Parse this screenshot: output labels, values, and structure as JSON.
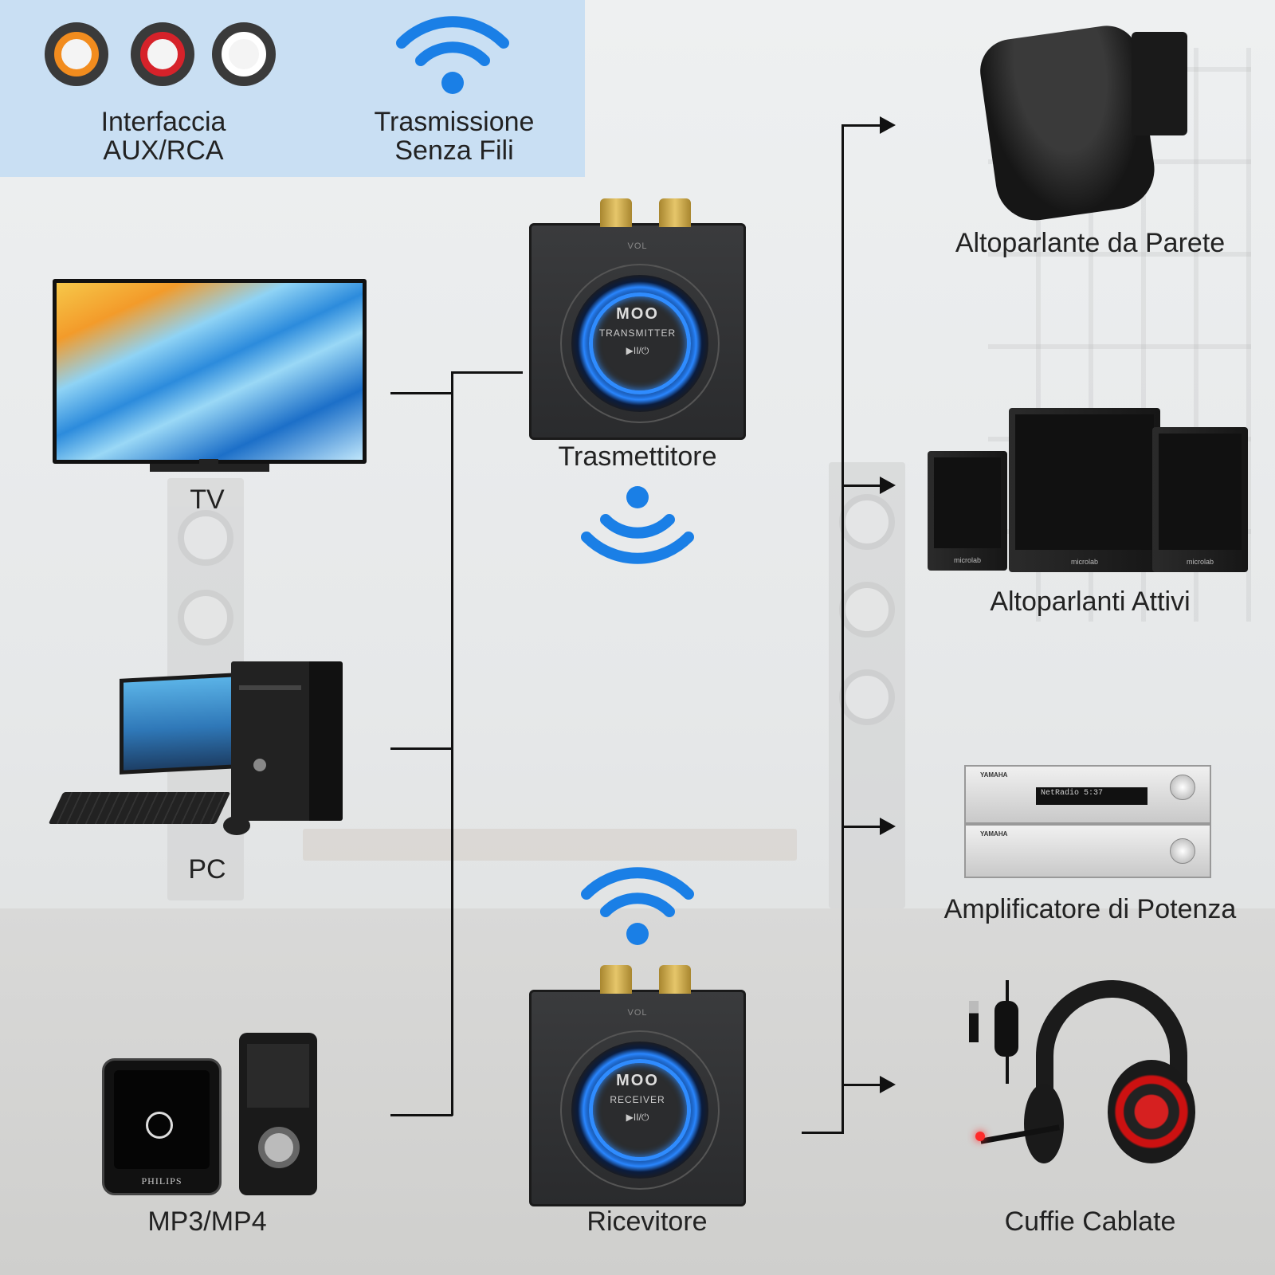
{
  "legend": {
    "interface_label": "Interfaccia\nAUX/RCA",
    "wireless_label": "Trasmissione\nSenza Fili",
    "rca_colors": [
      "#f28c1e",
      "#d6222a",
      "#ffffff"
    ],
    "wireless_icon": "wifi-icon"
  },
  "sources": {
    "tv": "TV",
    "pc": "PC",
    "mp3": "MP3/MP4",
    "mp3_brand": "PHILIPS"
  },
  "transmitter": {
    "label": "Trasmettitore",
    "vol": "VOL",
    "logo": "MOO",
    "mode": "TRANSMITTER",
    "ctrl": "▶II/⏻"
  },
  "receiver": {
    "label": "Ricevitore",
    "vol": "VOL",
    "logo": "MOO",
    "mode": "RECEIVER",
    "ctrl": "▶II/⏻"
  },
  "outputs": {
    "wall_speaker": "Altoparlante da Parete",
    "active_speakers": "Altoparlanti Attivi",
    "speaker_brand": "microlab",
    "amplifier": "Amplificatore di Potenza",
    "amp_brand": "YAMAHA",
    "amp_display": "NetRadio   5:37",
    "headphones": "Cuffie Cablate"
  },
  "colors": {
    "accent_blue": "#1a7fe6",
    "line": "#111111",
    "panel": "#c9dff3"
  }
}
